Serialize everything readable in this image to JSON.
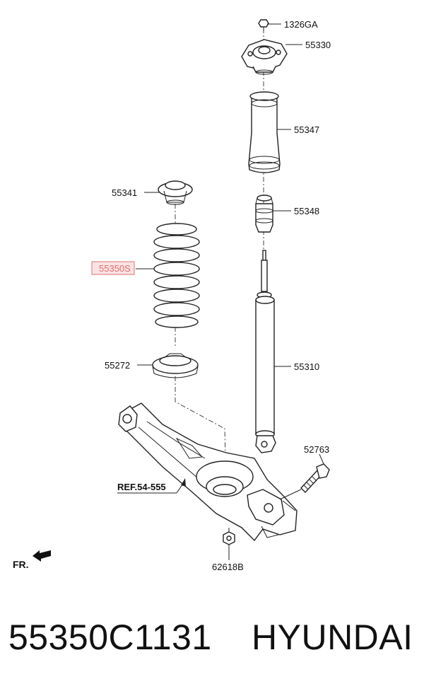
{
  "labels": {
    "nut_top": "1326GA",
    "insulator_upper": "55330",
    "dust_cover": "55347",
    "bump_stopper": "55348",
    "spring_pad_upper": "55341",
    "coil_spring": "55350S",
    "spring_pad_lower": "55272",
    "shock_absorber": "55310",
    "bolt": "52763",
    "nut_bottom": "62618B",
    "reference": "REF.54-555",
    "front_indicator": "FR."
  },
  "colors": {
    "highlight": "#e0706e",
    "highlight_fill": "#fbe3e3",
    "line": "#222222"
  },
  "footer": {
    "part_number": "55350C1131",
    "brand": "HYUNDAI"
  }
}
